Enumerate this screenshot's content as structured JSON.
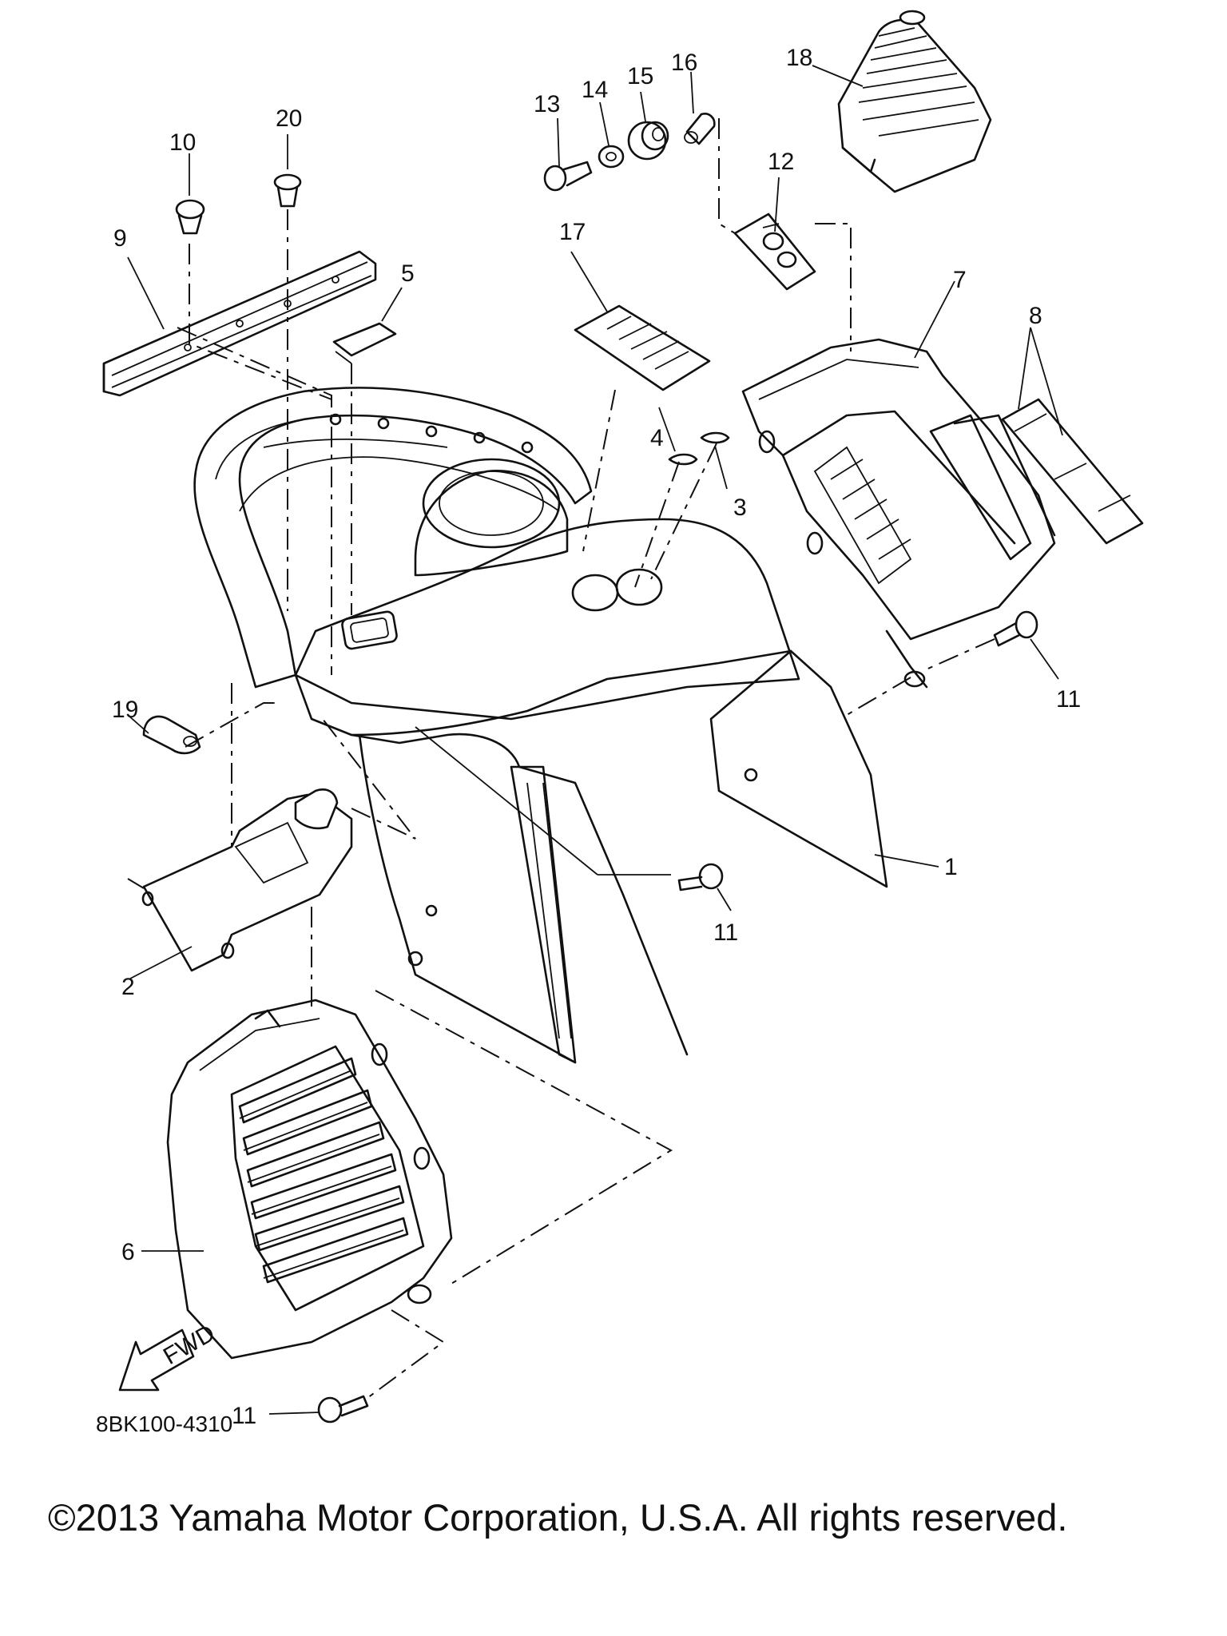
{
  "diagram": {
    "callouts": [
      {
        "id": "c1",
        "text": "1"
      },
      {
        "id": "c2",
        "text": "2"
      },
      {
        "id": "c3",
        "text": "3"
      },
      {
        "id": "c4",
        "text": "4"
      },
      {
        "id": "c5",
        "text": "5"
      },
      {
        "id": "c6",
        "text": "6"
      },
      {
        "id": "c7",
        "text": "7"
      },
      {
        "id": "c8",
        "text": "8"
      },
      {
        "id": "c9",
        "text": "9"
      },
      {
        "id": "c10",
        "text": "10"
      },
      {
        "id": "c11a",
        "text": "11"
      },
      {
        "id": "c11b",
        "text": "11"
      },
      {
        "id": "c11c",
        "text": "11"
      },
      {
        "id": "c12",
        "text": "12"
      },
      {
        "id": "c13",
        "text": "13"
      },
      {
        "id": "c14",
        "text": "14"
      },
      {
        "id": "c15",
        "text": "15"
      },
      {
        "id": "c16",
        "text": "16"
      },
      {
        "id": "c17",
        "text": "17"
      },
      {
        "id": "c18",
        "text": "18"
      },
      {
        "id": "c19",
        "text": "19"
      },
      {
        "id": "c20",
        "text": "20"
      }
    ],
    "fwd_arrow_text": "FWD",
    "diagram_code": "8BK100-4310"
  },
  "footer": {
    "copyright": "©2013 Yamaha Motor Corporation, U.S.A. All rights reserved."
  }
}
